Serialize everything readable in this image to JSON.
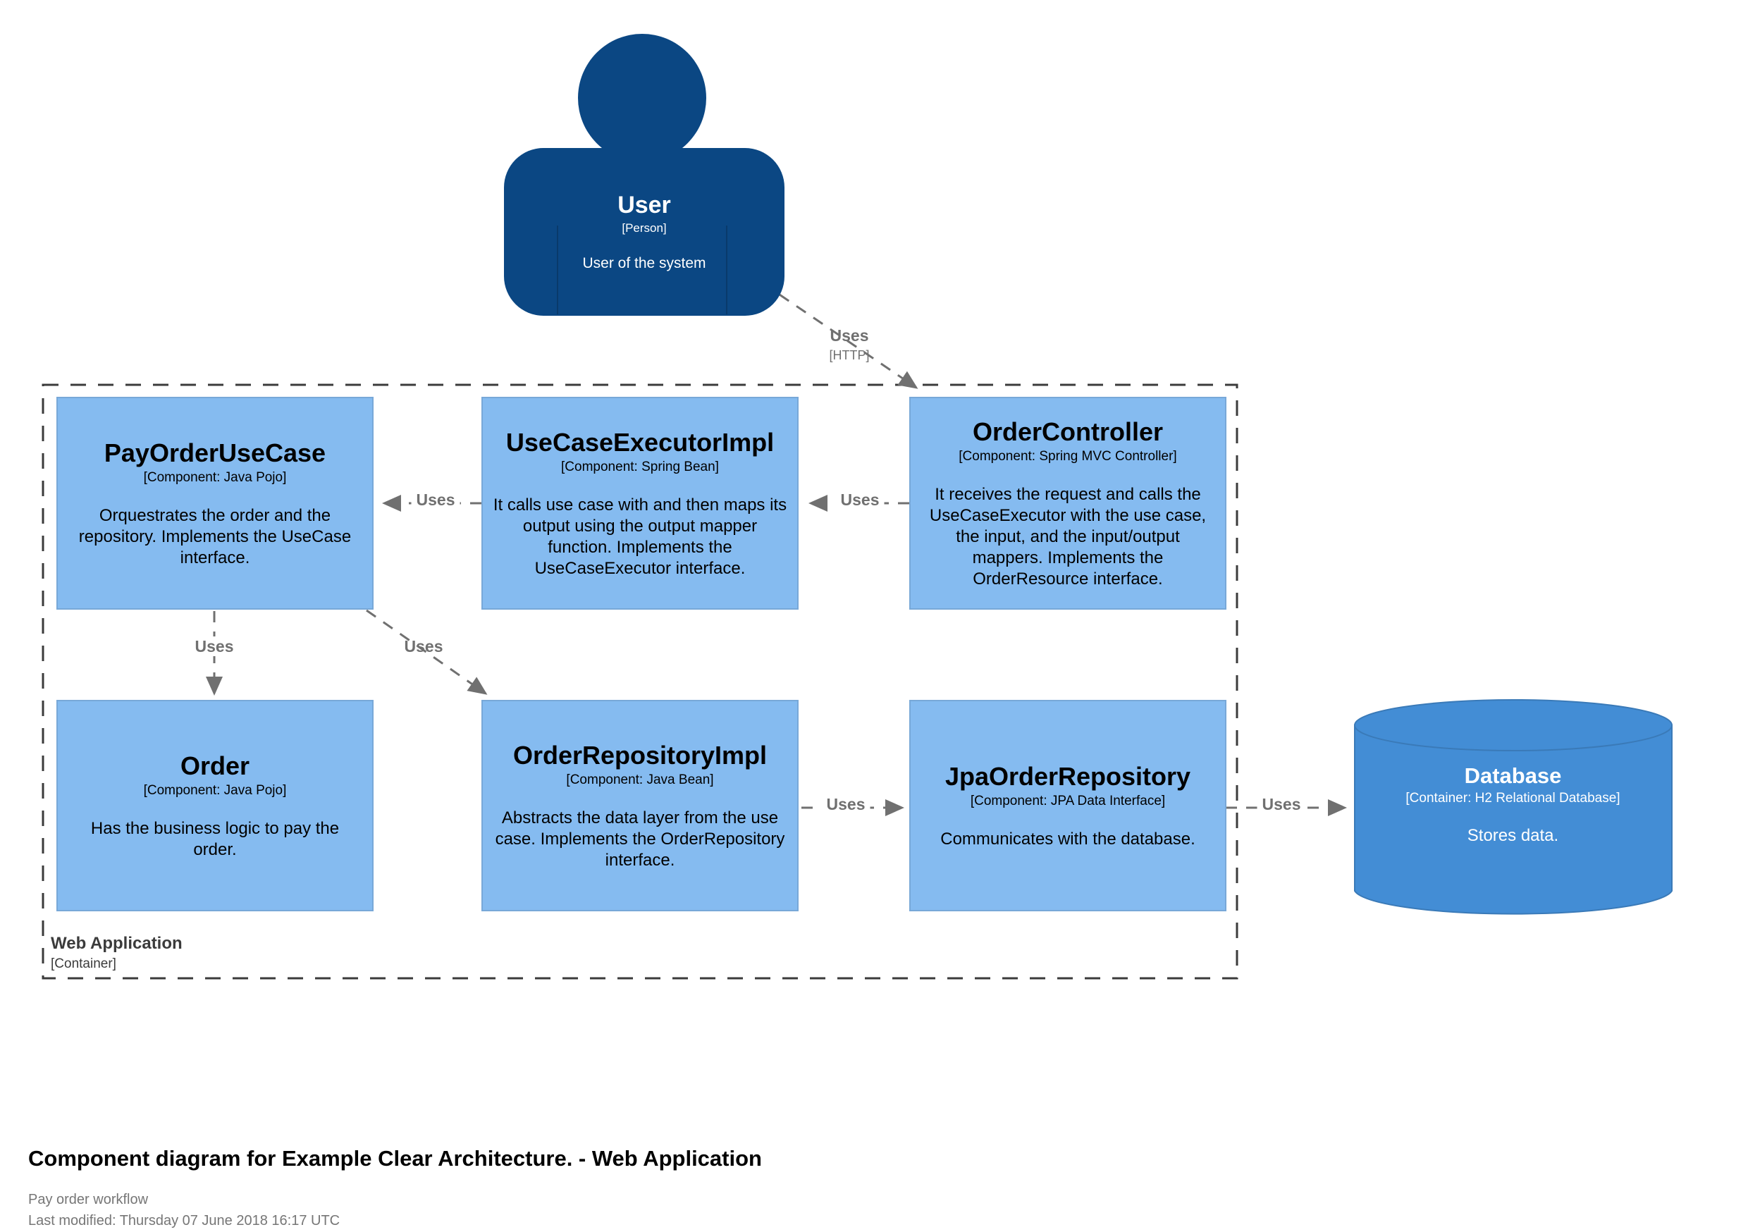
{
  "person": {
    "name": "User",
    "meta": "[Person]",
    "description": "User of the system"
  },
  "boundary": {
    "label": "Web Application",
    "meta": "[Container]"
  },
  "components": [
    {
      "title": "PayOrderUseCase",
      "meta": "[Component: Java Pojo]",
      "description": "Orquestrates the order and the repository. Implements the UseCase interface."
    },
    {
      "title": "UseCaseExecutorImpl",
      "meta": "[Component: Spring Bean]",
      "description": "It calls use case with and then maps its output using the output mapper function. Implements the UseCaseExecutor interface."
    },
    {
      "title": "OrderController",
      "meta": "[Component: Spring MVC Controller]",
      "description": "It receives the request and calls the UseCaseExecutor with the use case, the input, and the input/output mappers. Implements the OrderResource interface."
    },
    {
      "title": "Order",
      "meta": "[Component: Java Pojo]",
      "description": "Has the business logic to pay the order."
    },
    {
      "title": "OrderRepositoryImpl",
      "meta": "[Component: Java Bean]",
      "description": "Abstracts the data layer from the use case. Implements the OrderRepository interface."
    },
    {
      "title": "JpaOrderRepository",
      "meta": "[Component: JPA Data Interface]",
      "description": "Communicates with the database."
    }
  ],
  "database": {
    "title": "Database",
    "meta": "[Container: H2 Relational Database]",
    "description": "Stores data."
  },
  "relationships": {
    "user_to_ordercontroller": {
      "label": "Uses",
      "meta": "[HTTP]"
    },
    "executor_to_payorderusecase": {
      "label": "Uses"
    },
    "ordercontroller_to_executor": {
      "label": "Uses"
    },
    "payorderusecase_to_order": {
      "label": "Uses"
    },
    "payorderusecase_to_orderrepositoryimpl": {
      "label": "Uses"
    },
    "orderrepositoryimpl_to_jpaorderrepository": {
      "label": "Uses"
    },
    "jpaorderrepository_to_database": {
      "label": "Uses"
    }
  },
  "footer": {
    "title": "Component diagram for Example Clear Architecture. - Web Application",
    "subtitle": "Pay order workflow",
    "last_modified": "Last modified: Thursday 07 June 2018 16:17 UTC"
  },
  "colors": {
    "person_fill": "#0b4783",
    "component_fill": "#85bbf0",
    "component_border": "#78a8d8",
    "database_fill": "#438dd5",
    "relationship_gray": "#707070",
    "boundary_gray": "#3b3b3b"
  }
}
